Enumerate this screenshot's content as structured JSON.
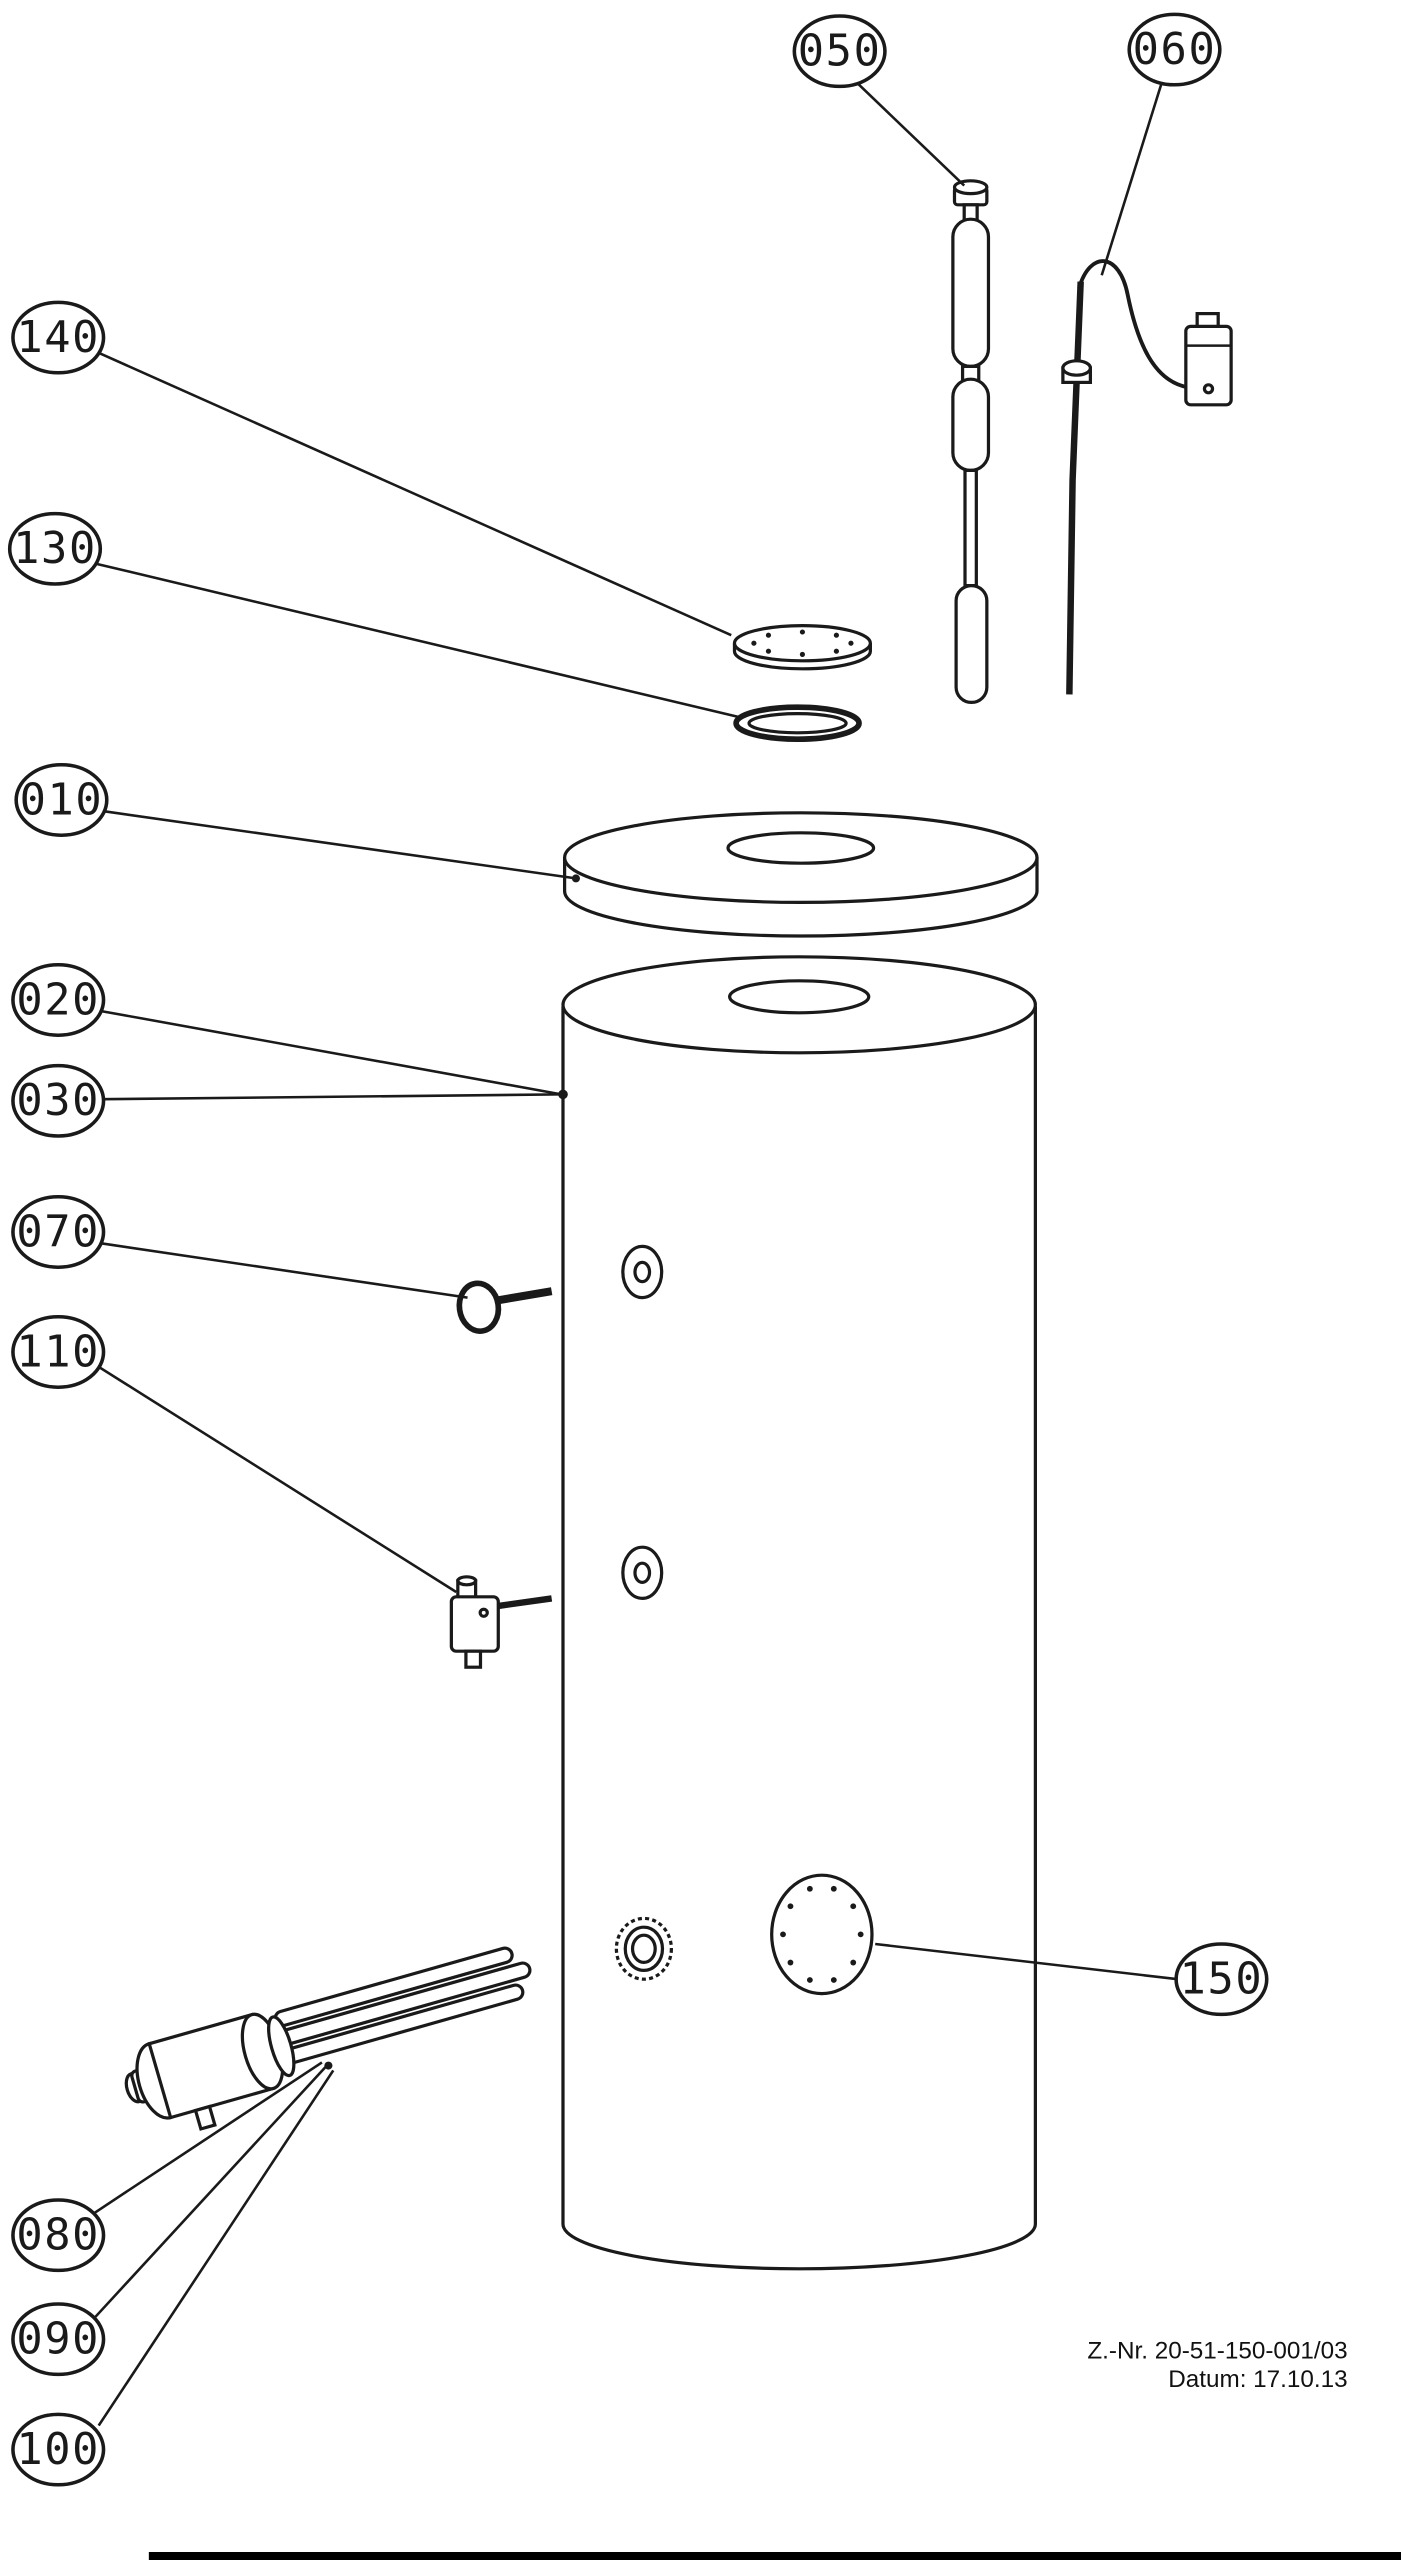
{
  "colors": {
    "ink": "#1a1a1a",
    "paper": "#ffffff"
  },
  "callouts": {
    "c010": "010",
    "c020": "020",
    "c030": "030",
    "c050": "050",
    "c060": "060",
    "c070": "070",
    "c080": "080",
    "c090": "090",
    "c100": "100",
    "c110": "110",
    "c130": "130",
    "c140": "140",
    "c150": "150"
  },
  "title_block": {
    "drawing_number": "Z.-Nr. 20-51-150-001/03",
    "date": "Datum: 17.10.13"
  }
}
